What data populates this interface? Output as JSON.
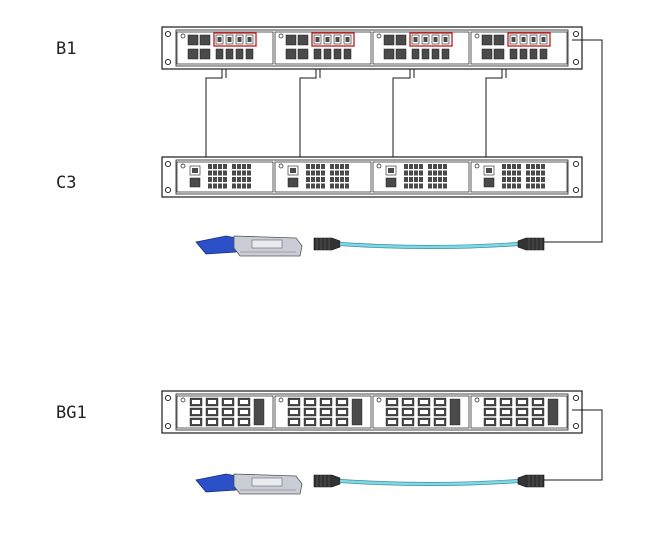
{
  "labels": {
    "b1": "B1",
    "c3": "C3",
    "bg1": "BG1"
  },
  "colors": {
    "line": "#1a1a1a",
    "panel_fill": "#ffffff",
    "port_fill": "#4a4a4a",
    "port_light": "#9a9a9a",
    "highlight": "#c01818",
    "transceiver_blue": "#2a4fc6",
    "transceiver_body": "#c9ced6",
    "cable": "#7fd8e6",
    "connector": "#333333"
  },
  "icons": [
    "patch-panel",
    "cassette-panel",
    "qsfp-transceiver",
    "mpo-trunk-cable"
  ]
}
